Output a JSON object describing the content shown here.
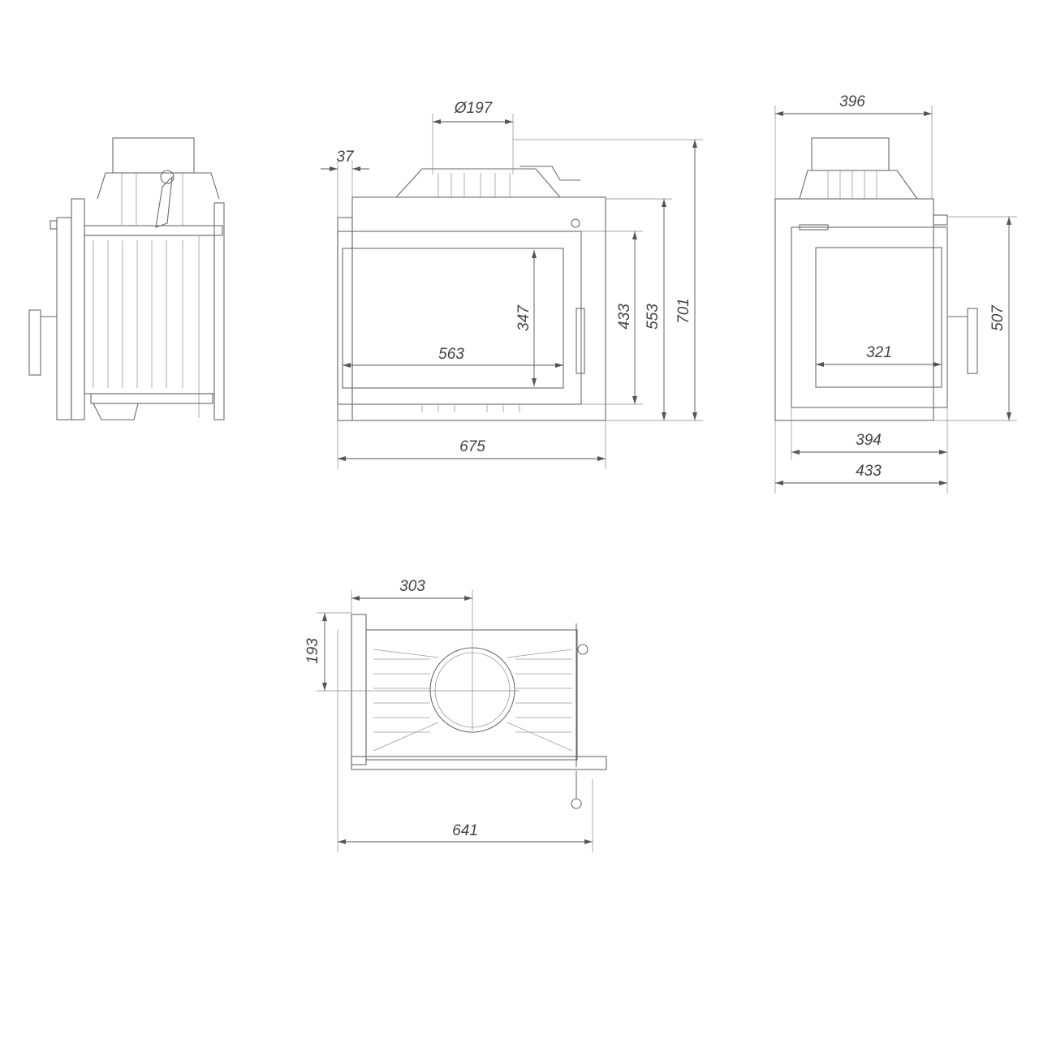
{
  "drawing": {
    "views": [
      "side-view-left",
      "front-view",
      "side-view-right",
      "top-view"
    ],
    "dimensions": {
      "flue_diameter": "Ø197",
      "frame_offset": "37",
      "glass_height": "347",
      "glass_width": "563",
      "door_height": "433",
      "body_height": "553",
      "total_height": "701",
      "total_width": "675",
      "side_top_width": "396",
      "side_glass_width": "321",
      "side_height": "507",
      "side_inner_depth": "394",
      "side_depth": "433",
      "flue_offset_x": "303",
      "flue_offset_y": "193",
      "top_width": "641"
    },
    "line_color": "#6a6a6a"
  }
}
